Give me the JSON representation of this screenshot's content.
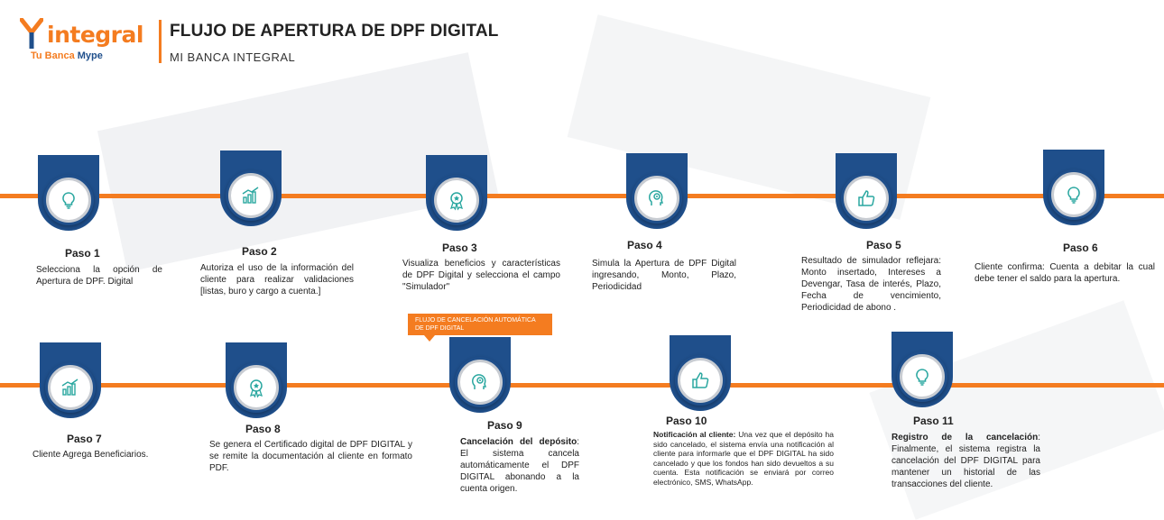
{
  "header": {
    "logo_word": "integral",
    "logo_tag_prefix": "Tu Banca ",
    "logo_tag_suffix": "Mype",
    "title": "FLUJO DE APERTURA DE DPF DIGITAL",
    "subtitle": "MI BANCA INTEGRAL"
  },
  "colors": {
    "accent": "#f47c20",
    "brand": "#1f4f8b"
  },
  "callout": "FLUJO DE CANCELACIÓN AUTOMÁTICA DE DPF DIGITAL",
  "steps_row1": [
    {
      "label": "Paso 1",
      "icon": "lightbulb-icon",
      "desc": "Selecciona la opción de Apertura de DPF. Digital"
    },
    {
      "label": "Paso 2",
      "icon": "growth-chart-icon",
      "desc": "Autoriza el uso de la información del cliente para realizar validaciones [listas, buro y cargo a cuenta.]"
    },
    {
      "label": "Paso 3",
      "icon": "award-icon",
      "desc": "Visualiza beneficios y características de DPF Digital y selecciona el campo \"Simulador\""
    },
    {
      "label": "Paso 4",
      "icon": "head-gear-icon",
      "desc": "Simula la Apertura de DPF Digital ingresando, Monto, Plazo, Periodicidad"
    },
    {
      "label": "Paso 5",
      "icon": "thumbs-up-icon",
      "desc": "Resultado de simulador reflejara: Monto insertado, Intereses a Devengar, Tasa de interés, Plazo, Fecha de vencimiento, Periodicidad de abono ."
    },
    {
      "label": "Paso 6",
      "icon": "lightbulb-icon",
      "desc": "Cliente confirma: Cuenta a debitar la cual debe tener el saldo para la apertura."
    }
  ],
  "steps_row2": [
    {
      "label": "Paso 7",
      "icon": "growth-chart-icon",
      "desc": "Cliente Agrega Beneficiarios."
    },
    {
      "label": "Paso 8",
      "icon": "award-icon",
      "desc": "Se genera el Certificado digital de DPF DIGITAL y se remite la documentación al cliente en formato PDF."
    },
    {
      "label": "Paso 9",
      "icon": "head-gear-icon",
      "desc_bold": "Cancelación del depósito",
      "desc": ": El sistema cancela automáticamente el DPF DIGITAL abonando a la cuenta origen."
    },
    {
      "label": "Paso 10",
      "icon": "thumbs-up-icon",
      "desc_bold": "Notificación al cliente:",
      "desc": " Una vez que el depósito ha sido cancelado, el sistema envía una notificación al cliente para informarle que el DPF DIGITAL ha sido cancelado y que los fondos han sido devueltos a su cuenta. Esta notificación se enviará por correo electrónico, SMS, WhatsApp."
    },
    {
      "label": "Paso 11",
      "icon": "lightbulb-icon",
      "desc_bold": "Registro de la cancelación",
      "desc": ": Finalmente, el sistema registra la cancelación del DPF DIGITAL para mantener un historial de las transacciones del cliente."
    }
  ]
}
